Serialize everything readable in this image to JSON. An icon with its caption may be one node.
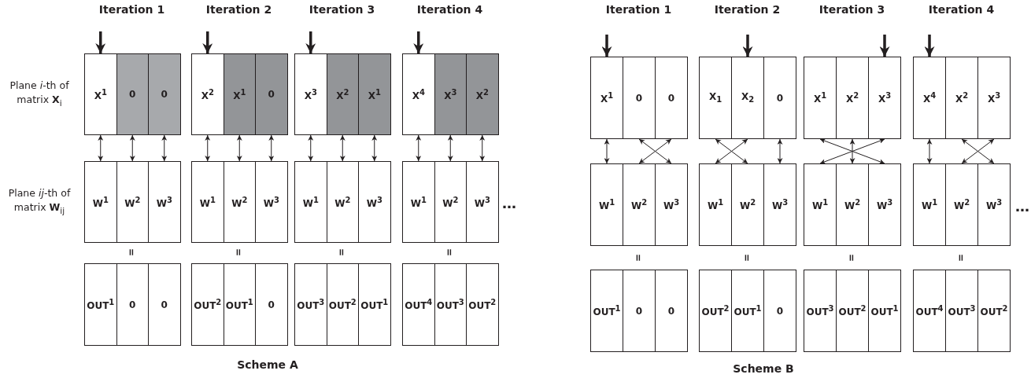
{
  "diagram": {
    "nodes": [
      {
        "text": [
          "X$^{1}$"
        ]
      },
      {
        "text": [
          "0"
        ]
      },
      {
        "text": [
          "0"
        ]
      },
      {
        "text": [
          "W$^{1}$"
        ]
      },
      {
        "text": [
          "W$^{2}$"
        ]
      },
      {
        "text": [
          "W$^{3}$"
        ]
      },
      {
        "text": [
          "OUT$^{1}$"
        ]
      },
      {
        "text": [
          "0"
        ]
      },
      {
        "text": [
          "0"
        ]
      },
      {
        "text": [
          "X$^{2}$"
        ]
      },
      {
        "text": [
          "X$^{1}$"
        ]
      },
      {
        "text": [
          "0"
        ]
      },
      {
        "text": [
          "W$^{1}$"
        ]
      },
      {
        "text": [
          "W$^{2}$"
        ]
      },
      {
        "text": [
          "W$^{3}$"
        ]
      },
      {
        "text": [
          "OUT$^{2}$"
        ]
      },
      {
        "text": [
          "OUT$^{1}$"
        ]
      },
      {
        "text": [
          "0"
        ]
      },
      {
        "text": [
          "X$^{3}$"
        ]
      },
      {
        "text": [
          "X$^{2}$"
        ]
      },
      {
        "text": [
          "X$^{1}$"
        ]
      },
      {
        "text": [
          "W$^{1}$"
        ]
      },
      {
        "text": [
          "W$^{2}$"
        ]
      },
      {
        "text": [
          "W$^{3}$"
        ]
      },
      {
        "text": [
          "OUT$^{3}$"
        ]
      },
      {
        "text": [
          "OUT$^{2}$"
        ]
      },
      {
        "text": [
          "OUT$^{1}$"
        ]
      },
      {
        "text": [
          "X$^{4}$"
        ]
      },
      {
        "text": [
          "X$^{3}$"
        ]
      },
      {
        "text": [
          "X$^{2}$"
        ]
      },
      {
        "text": [
          "W$^{1}$"
        ]
      },
      {
        "text": [
          "W$^{2}$"
        ]
      },
      {
        "text": [
          "W$^{3}$"
        ]
      },
      {
        "text": [
          "OUT$^{4}$"
        ]
      },
      {
        "text": [
          "OUT$^{3}$"
        ]
      },
      {
        "text": [
          "OUT$^{2}$"
        ]
      },
      {
        "text": [
          "X$^{1}$"
        ]
      },
      {
        "text": [
          "0"
        ]
      },
      {
        "text": [
          "0"
        ]
      },
      {
        "text": [
          "W$^{1}$"
        ]
      },
      {
        "text": [
          "W$^{2}$"
        ]
      },
      {
        "text": [
          "W$^{3}$"
        ]
      },
      {
        "text": [
          "OUT$^{1}$"
        ]
      },
      {
        "text": [
          "0"
        ]
      },
      {
        "text": [
          "0"
        ]
      },
      {
        "text": [
          "X$_{1}$"
        ]
      },
      {
        "text": [
          "X$_{2}$"
        ]
      },
      {
        "text": [
          "0"
        ]
      },
      {
        "text": [
          "W$^{1}$"
        ]
      },
      {
        "text": [
          "W$^{2}$"
        ]
      },
      {
        "text": [
          "W$^{3}$"
        ]
      },
      {
        "text": [
          "OUT$^{2}$"
        ]
      },
      {
        "text": [
          "OUT$^{1}$"
        ]
      },
      {
        "text": [
          "0"
        ]
      },
      {
        "text": [
          "X$^{1}$"
        ]
      },
      {
        "text": [
          "X$^{2}$"
        ]
      },
      {
        "text": [
          "X$^{3}$"
        ]
      },
      {
        "text": [
          "W$^{1}$"
        ]
      },
      {
        "text": [
          "W$^{2}$"
        ]
      },
      {
        "text": [
          "W$^{3}$"
        ]
      },
      {
        "text": [
          "OUT$^{3}$"
        ]
      },
      {
        "text": [
          "OUT$^{2}$"
        ]
      },
      {
        "text": [
          "OUT$^{1}$"
        ]
      },
      {
        "text": [
          "X$^{4}$"
        ]
      },
      {
        "text": [
          "X$^{2}$"
        ]
      },
      {
        "text": [
          "X$^{3}$"
        ]
      },
      {
        "text": [
          "W$^{1}$"
        ]
      },
      {
        "text": [
          "W$^{2}$"
        ]
      },
      {
        "text": [
          "W$^{3}$"
        ]
      },
      {
        "text": [
          "OUT$^{4}$"
        ]
      },
      {
        "text": [
          "OUT$^{3}$"
        ]
      },
      {
        "text": [
          "OUT$^{2}$"
        ]
      }
    ],
    "edges": [
      {
        "from": null,
        "to": 0,
        "arrow": "to",
        "style": "thick"
      },
      {
        "from": 0,
        "to": 3,
        "arrow": "both"
      },
      {
        "from": 1,
        "to": 4,
        "arrow": "both"
      },
      {
        "from": 2,
        "to": 5,
        "arrow": "both"
      },
      {
        "from": null,
        "to": 9,
        "arrow": "to",
        "style": "thick"
      },
      {
        "from": 9,
        "to": 12,
        "arrow": "both"
      },
      {
        "from": 10,
        "to": 13,
        "arrow": "both"
      },
      {
        "from": 11,
        "to": 14,
        "arrow": "both"
      },
      {
        "from": null,
        "to": 18,
        "arrow": "to",
        "style": "thick"
      },
      {
        "from": 18,
        "to": 21,
        "arrow": "both"
      },
      {
        "from": 19,
        "to": 22,
        "arrow": "both"
      },
      {
        "from": 20,
        "to": 23,
        "arrow": "both"
      },
      {
        "from": null,
        "to": 27,
        "arrow": "to",
        "style": "thick"
      },
      {
        "from": 27,
        "to": 30,
        "arrow": "both"
      },
      {
        "from": 28,
        "to": 31,
        "arrow": "both"
      },
      {
        "from": 29,
        "to": 32,
        "arrow": "both"
      },
      {
        "from": null,
        "to": 36,
        "arrow": "to",
        "style": "thick"
      },
      {
        "from": 36,
        "to": 39,
        "arrow": "both"
      },
      {
        "from": 37,
        "to": 41,
        "arrow": "both"
      },
      {
        "from": 38,
        "to": 40,
        "arrow": "both"
      },
      {
        "from": null,
        "to": 46,
        "arrow": "to",
        "style": "thick"
      },
      {
        "from": 45,
        "to": 49,
        "arrow": "both"
      },
      {
        "from": 46,
        "to": 48,
        "arrow": "both"
      },
      {
        "from": 47,
        "to": 50,
        "arrow": "both"
      },
      {
        "from": null,
        "to": 56,
        "arrow": "to",
        "style": "thick"
      },
      {
        "from": 54,
        "to": 59,
        "arrow": "both"
      },
      {
        "from": 55,
        "to": 58,
        "arrow": "both"
      },
      {
        "from": 56,
        "to": 57,
        "arrow": "both"
      },
      {
        "from": null,
        "to": 63,
        "arrow": "to",
        "style": "thick"
      },
      {
        "from": 63,
        "to": 66,
        "arrow": "both"
      },
      {
        "from": 64,
        "to": 68,
        "arrow": "both"
      },
      {
        "from": 65,
        "to": 67,
        "arrow": "both"
      }
    ],
    "labels": [
      "Iteration 1",
      "Iteration 2",
      "Iteration 3",
      "Iteration 4",
      "Iteration 1",
      "Iteration 2",
      "Iteration 3",
      "Iteration 4",
      "Plane *i*-th of matrix **X**$_{i}$",
      "Plane *ij*-th of matrix **W**$_{ij}$",
      "…",
      "…",
      "=",
      "=",
      "=",
      "=",
      "=",
      "=",
      "=",
      "=",
      "Scheme A",
      "Scheme B"
    ]
  }
}
